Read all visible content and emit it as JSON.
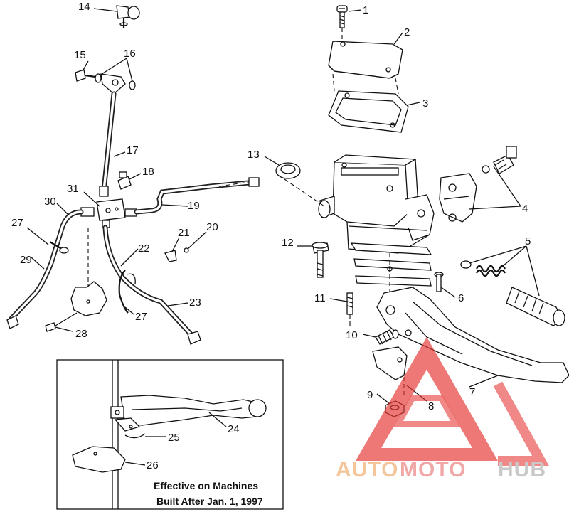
{
  "part_numbers": {
    "p1": "1",
    "p2": "2",
    "p3": "3",
    "p4": "4",
    "p5": "5",
    "p6": "6",
    "p7": "7",
    "p8": "8",
    "p9": "9",
    "p10": "10",
    "p11": "11",
    "p12": "12",
    "p13": "13",
    "p14": "14",
    "p15": "15",
    "p16": "16",
    "p17": "17",
    "p18": "18",
    "p19": "19",
    "p20": "20",
    "p21": "21",
    "p22": "22",
    "p23": "23",
    "p24": "24",
    "p25": "25",
    "p26": "26",
    "p27a": "27",
    "p27b": "27",
    "p28": "28",
    "p29": "29",
    "p30": "30",
    "p31": "31"
  },
  "inset": {
    "line1": "Effective on Machines",
    "line2": "Built After Jan. 1, 1997"
  },
  "watermark": {
    "part1": "AUTO",
    "part2": "MOTO",
    "part3": "HUB",
    "colors": {
      "auto": "#f2c59a",
      "moto": "#f2a7a7",
      "hub": "#c9c9c9",
      "logo": "#e53935"
    }
  }
}
